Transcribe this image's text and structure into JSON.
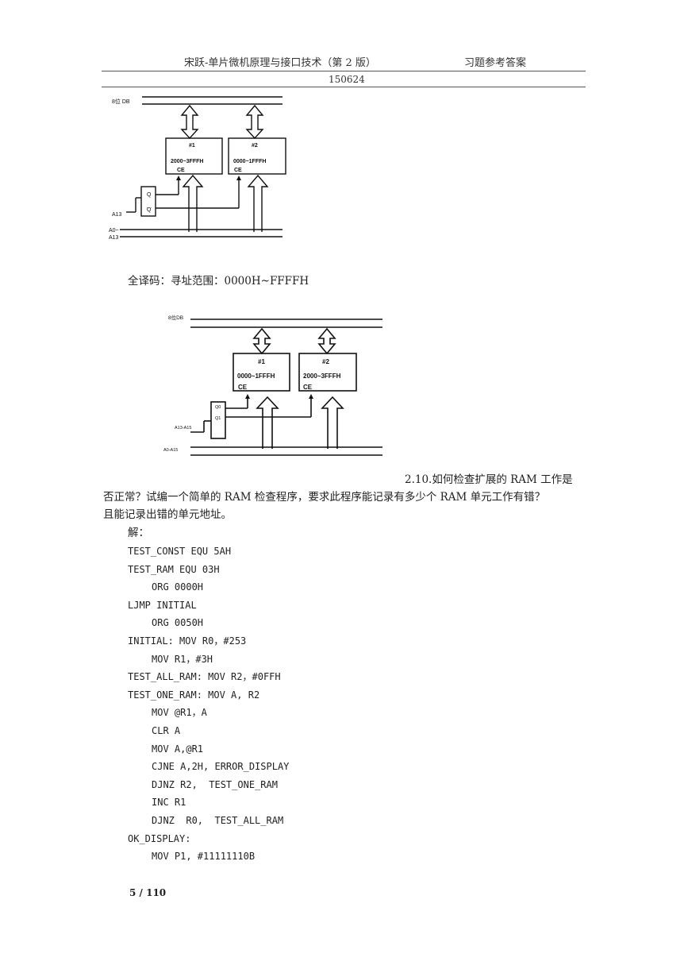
{
  "header": {
    "book_title": "宋跃-单片微机原理与接口技术（第 2 版）",
    "doc_type": "习题参考答案",
    "code": "150624"
  },
  "figure1": {
    "bus_label": "8位 DB",
    "chip1_num": "#1",
    "chip1_range": "2000~3FFFH",
    "chip2_num": "#2",
    "chip2_range": "0000~1FFFH",
    "ce1": "CE",
    "ce2": "CE",
    "q": "Q",
    "qbar": "Q",
    "a13": "A13",
    "a0": "A0~",
    "a13b": "A13"
  },
  "caption1": "全译码：寻址范围：0000H~FFFFH",
  "figure2": {
    "bus_label": "8位DB",
    "chip1_num": "#1",
    "chip1_range": "0000~1FFFH",
    "chip2_num": "#2",
    "chip2_range": "2000~3FFFH",
    "ce1": "CE",
    "ce2": "CE",
    "q0": "Q0",
    "q1": "Q1",
    "a13_a15": "A13-A15",
    "a0_a15": "A0-A15"
  },
  "question": {
    "line1": "2.10.如何检查扩展的 RAM 工作是",
    "line2": "否正常？试编一个简单的 RAM 检查程序，要求此程序能记录有多少个 RAM 单元工作有错？",
    "line3": "且能记录出错的单元地址。",
    "answer_label": "解："
  },
  "code_lines": [
    "TEST_CONST EQU 5AH",
    "TEST_RAM EQU 03H",
    "ORG 0000H",
    "LJMP INITIAL",
    "ORG 0050H",
    "INITIAL: MOV R0，#253",
    "MOV R1，#3H",
    "TEST_ALL_RAM: MOV R2，#0FFH",
    "TEST_ONE_RAM: MOV A, R2",
    "MOV @R1，A",
    "CLR A",
    "MOV A,@R1",
    "CJNE A,2H, ERROR_DISPLAY",
    "DJNZ R2,  TEST_ONE_RAM",
    "INC R1",
    "DJNZ  R0,  TEST_ALL_RAM",
    "OK_DISPLAY:",
    "MOV P1, #11111110B"
  ],
  "footer": {
    "page": "5 / 110"
  }
}
